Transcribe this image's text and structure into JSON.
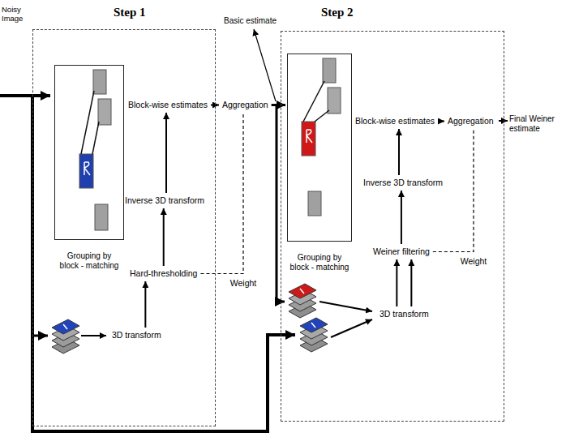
{
  "diagram": {
    "nodes": [
      {
        "text": [
          "Step 1"
        ]
      },
      {
        "text": [
          "Grouping by block - matching"
        ],
        "in": 0
      },
      {
        "text": [
          "3D transform"
        ],
        "in": 0
      },
      {
        "text": [
          "Hard-thresholding"
        ],
        "in": 0
      },
      {
        "text": [
          "Inverse 3D transform"
        ],
        "in": 0
      },
      {
        "text": [
          "Block-wise estimates"
        ],
        "in": 0
      },
      {
        "text": [
          "Aggregation"
        ]
      },
      {
        "text": [
          "Step 2"
        ]
      },
      {
        "text": [
          "Grouping by block - matching"
        ],
        "in": 7
      },
      {
        "text": [
          "3D transform"
        ],
        "in": 7
      },
      {
        "text": [
          "Weiner filtering"
        ],
        "in": 7
      },
      {
        "text": [
          "Inverse 3D transform"
        ],
        "in": 7
      },
      {
        "text": [
          "Block-wise estimates"
        ],
        "in": 7
      },
      {
        "text": [
          "Aggregation"
        ],
        "in": 7
      }
    ],
    "edges": [
      {
        "from": 2,
        "to": 3,
        "arrow": "to"
      },
      {
        "from": 3,
        "to": 4,
        "arrow": "to"
      },
      {
        "from": 4,
        "to": 5,
        "arrow": "to"
      },
      {
        "from": 5,
        "to": 6,
        "arrow": "to"
      },
      {
        "from": 3,
        "to": 6,
        "label": "Weight",
        "arrow": "none"
      },
      {
        "from": 6,
        "to": 8,
        "arrow": "to"
      },
      {
        "from": 9,
        "to": 10,
        "arrow": "to"
      },
      {
        "from": 9,
        "to": 10,
        "arrow": "to"
      },
      {
        "from": 10,
        "to": 11,
        "arrow": "to"
      },
      {
        "from": 11,
        "to": 12,
        "arrow": "to"
      },
      {
        "from": 12,
        "to": 13,
        "arrow": "to"
      },
      {
        "from": 10,
        "to": 13,
        "label": "Weight",
        "arrow": "none"
      }
    ],
    "labels": [
      "Noisy Image",
      "Basic estimate",
      "Final Weiner estimate"
    ]
  }
}
